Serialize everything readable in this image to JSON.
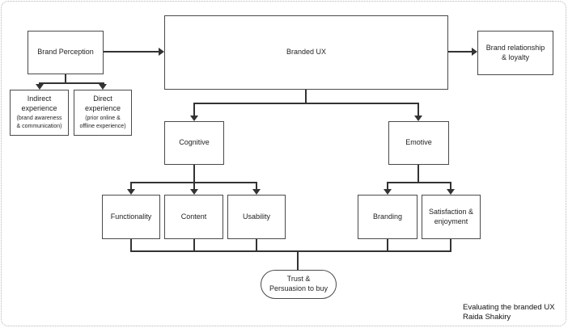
{
  "caption": {
    "line1": "Evaluating the branded UX",
    "line2": "Raida Shakiry"
  },
  "nodes": {
    "brand_perception": {
      "label": "Brand Perception"
    },
    "branded_ux": {
      "label": "Branded UX"
    },
    "brand_relationship": {
      "line1": "Brand relationship",
      "line2": "& loyalty"
    },
    "indirect_experience": {
      "line1": "Indirect",
      "line2": "experience",
      "note1": "(brand awareness",
      "note2": "& communication)"
    },
    "direct_experience": {
      "line1": "Direct",
      "line2": "experience",
      "note1": "(prior online &",
      "note2": "offline experience)"
    },
    "cognitive": {
      "label": "Cognitive"
    },
    "emotive": {
      "label": "Emotive"
    },
    "functionality": {
      "label": "Functionality"
    },
    "content": {
      "label": "Content"
    },
    "usability": {
      "label": "Usability"
    },
    "branding": {
      "label": "Branding"
    },
    "satisfaction": {
      "line1": "Satisfaction &",
      "line2": "enjoyment"
    },
    "trust_persuasion": {
      "line1": "Trust &",
      "line2": "Persuasion to buy"
    }
  },
  "colors": {
    "line": "#333333",
    "box_border": "#4a4a4a",
    "text": "#1f1f1f",
    "page_border": "#b5b5b5",
    "background": "#ffffff"
  }
}
